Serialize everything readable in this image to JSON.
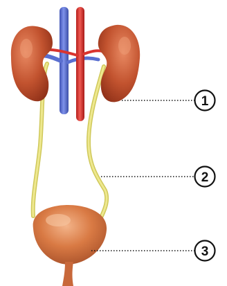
{
  "labels": [
    {
      "number": "1",
      "target": "kidney"
    },
    {
      "number": "2",
      "target": "ureter"
    },
    {
      "number": "3",
      "target": "bladder"
    }
  ],
  "colors": {
    "kidney": "#b9472a",
    "kidney_highlight": "#e07a55",
    "vein": "#5a6fd0",
    "artery": "#d9342f",
    "ureter": "#e6e07a",
    "bladder": "#d4763f",
    "callout": "#111111"
  }
}
